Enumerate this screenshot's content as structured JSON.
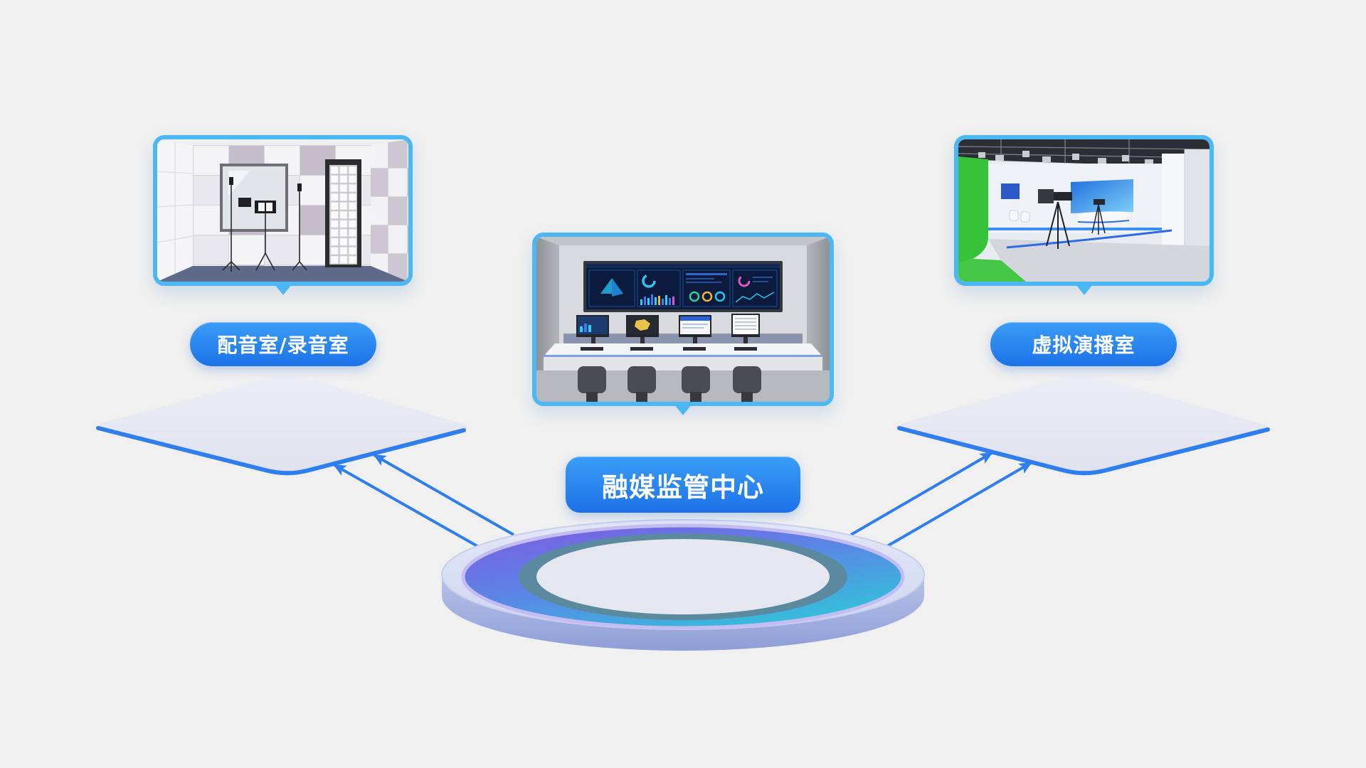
{
  "colors": {
    "background": "#f0f0f0",
    "accent": "#2f7ef0",
    "card_border": "#4bb8f3",
    "platform_fill": "#e6e7f1",
    "ring_purple": "#7b5fe0",
    "ring_cyan": "#2fc8d8"
  },
  "labels": {
    "left_room": "配音室/录音室",
    "right_room": "虚拟演播室",
    "center_hub": "融媒监管中心"
  }
}
